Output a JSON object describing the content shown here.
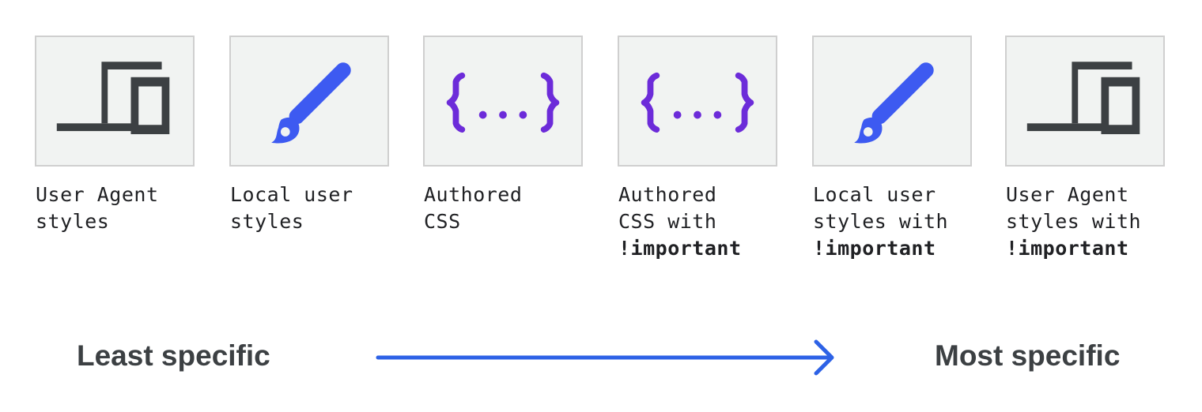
{
  "items": [
    {
      "icon": "devices-icon",
      "lines": [
        "User Agent",
        "styles",
        ""
      ]
    },
    {
      "icon": "paintbrush-icon",
      "lines": [
        "Local user",
        "styles",
        ""
      ]
    },
    {
      "icon": "braces-icon",
      "lines": [
        "Authored",
        "CSS",
        ""
      ]
    },
    {
      "icon": "braces-icon",
      "lines": [
        "Authored",
        "CSS with",
        "!important"
      ]
    },
    {
      "icon": "paintbrush-icon",
      "lines": [
        "Local user",
        "styles with",
        "!important"
      ]
    },
    {
      "icon": "devices-icon",
      "lines": [
        "User Agent",
        "styles with",
        "!important"
      ]
    }
  ],
  "scale": {
    "least": "Least specific",
    "most": "Most specific"
  },
  "colors": {
    "device_icon": "#3c4043",
    "brush_icon": "#3d5af1",
    "braces_icon": "#6c2bd9",
    "arrow": "#2d62e6",
    "tile_bg": "#f1f3f2",
    "tile_border": "#cfcfcf"
  }
}
